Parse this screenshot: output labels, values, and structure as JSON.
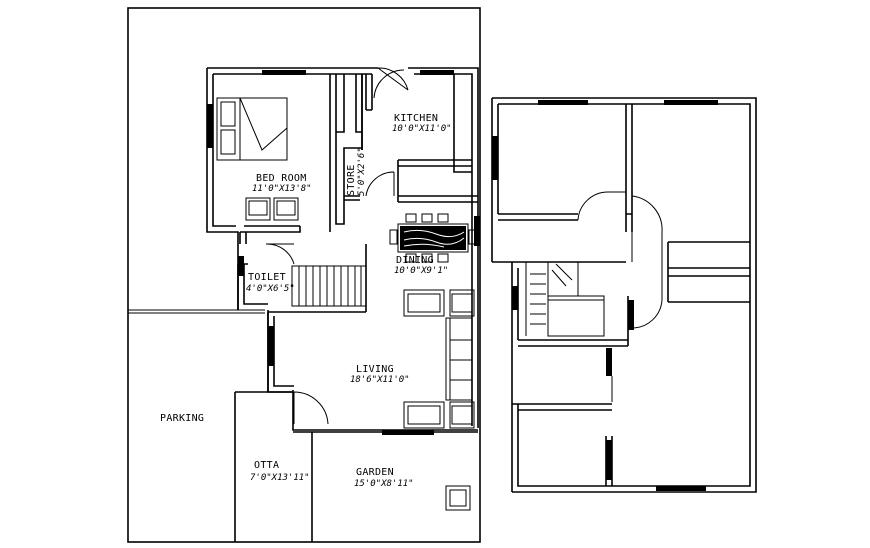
{
  "rooms": {
    "bedroom": {
      "name": "BED ROOM",
      "size": "11'0\"X13'8\""
    },
    "kitchen": {
      "name": "KITCHEN",
      "size": "10'0\"X11'0\""
    },
    "store": {
      "name": "STORE",
      "size": "5'0\"X2'6\""
    },
    "dining": {
      "name": "DINING",
      "size": "10'0\"X9'1\""
    },
    "toilet": {
      "name": "TOILET",
      "size": "4'0\"X6'5\""
    },
    "living": {
      "name": "LIVING",
      "size": "18'6\"X11'0\""
    },
    "parking": {
      "name": "PARKING"
    },
    "otta": {
      "name": "OTTA",
      "size": "7'0\"X13'11\""
    },
    "garden": {
      "name": "GARDEN",
      "size": "15'0\"X8'11\""
    }
  },
  "colors": {
    "line": "#000000",
    "background": "#ffffff"
  }
}
